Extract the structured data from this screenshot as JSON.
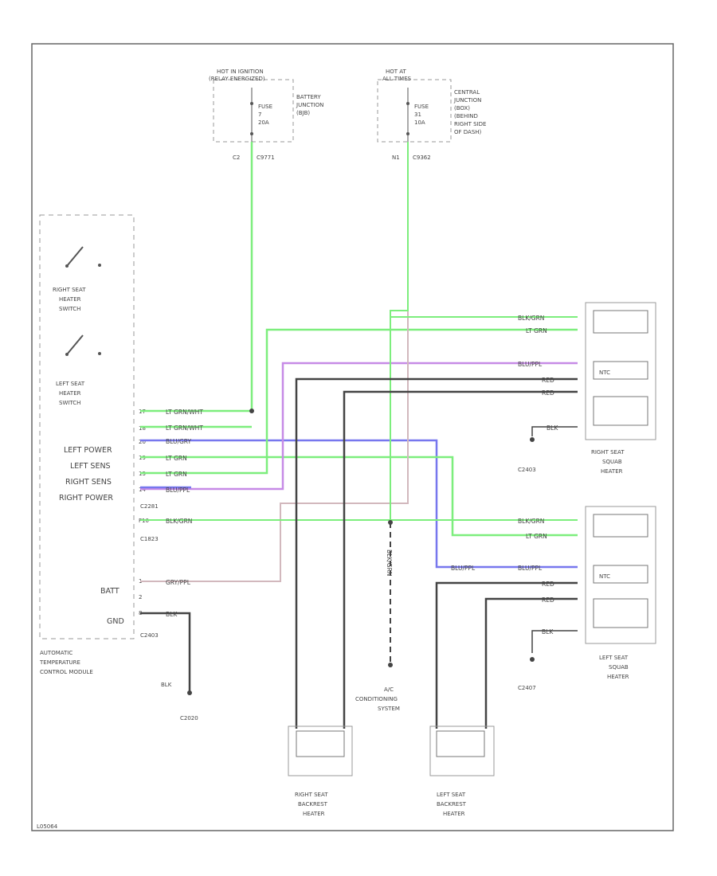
{
  "colors": {
    "green": "#7dee7d",
    "violet": "#c68ae6",
    "blue": "#7777ee",
    "tan": "#d2b8bd",
    "black": "#444444",
    "dashed": "#999999"
  },
  "fuse_left": {
    "title1": "HOT IN IGNITION",
    "title2": "(RELAY ENERGIZED)",
    "fuse_l1": "FUSE",
    "fuse_l2": "7",
    "fuse_l3": "20A",
    "box1": "BATTERY",
    "box2": "JUNCTION",
    "box3": "(BJB)",
    "pin": "C2",
    "conn": "C9771"
  },
  "fuse_right": {
    "title1": "HOT AT",
    "title2": "ALL TIMES",
    "fuse_l1": "FUSE",
    "fuse_l2": "31",
    "fuse_l3": "10A",
    "box1": "CENTRAL",
    "box2": "JUNCTION",
    "box3": "(BOX)",
    "box4": "(BEHIND",
    "box5": "RIGHT SIDE",
    "box6": "OF DASH)",
    "pin": "N1",
    "conn": "C9362"
  },
  "module": {
    "sw1_l1": "RIGHT SEAT",
    "sw1_l2": "HEATER",
    "sw1_l3": "SWITCH",
    "sw2_l1": "LEFT SEAT",
    "sw2_l2": "HEATER",
    "sw2_l3": "SWITCH",
    "left_power": "LEFT POWER",
    "left_sens": "LEFT SENS",
    "right_sens": "RIGHT SENS",
    "right_power": "RIGHT POWER",
    "batt": "BATT",
    "gnd": "GND",
    "conn1": "C2281",
    "conn2": "C1823",
    "conn3": "C2403",
    "name1": "AUTOMATIC",
    "name2": "TEMPERATURE",
    "name3": "CONTROL MODULE"
  },
  "wires": {
    "lg_orange": "LT GRN/WHT",
    "lg_orange2": "LT GRN/WHT",
    "blu_ppl": "BLU/GRY",
    "lg_grn": "LT GRN",
    "lg_grn2": "LT GRN",
    "blu_ppl2": "BLU/PPL",
    "blk_grn": "BLK/GRN",
    "gry_ppl": "GRY/PPL",
    "blk": "BLK",
    "r_blkgrn": "BLK/GRN",
    "r_ltgrn": "LT GRN",
    "r_blu": "BLU/PPL",
    "r_red": "RED",
    "r_red2": "RED",
    "r_blk": "BLK",
    "l_blkgrn": "BLK/GRN",
    "l_ltgrn": "LT GRN",
    "l_bluppl": "BLU/PPL",
    "l_bluppl2": "BLU/PPL",
    "l_red": "RED",
    "l_red2": "RED",
    "l_blk": "BLK",
    "ac_vert": "BLK/GRN"
  },
  "grounds": {
    "g1": "C2403",
    "g2": "C2407",
    "g3": "C2020"
  },
  "right_heater": {
    "l1": "RIGHT SEAT",
    "l2": "SQUAB",
    "l3": "HEATER",
    "ntc": "NTC"
  },
  "left_heater": {
    "l1": "LEFT SEAT",
    "l2": "SQUAB",
    "l3": "HEATER",
    "ntc": "NTC"
  },
  "ac": {
    "l1": "A/C",
    "l2": "CONDITIONING",
    "l3": "SYSTEM"
  },
  "right_back": {
    "l1": "RIGHT SEAT",
    "l2": "BACKREST",
    "l3": "HEATER"
  },
  "left_back": {
    "l1": "LEFT SEAT",
    "l2": "BACKREST",
    "l3": "HEATER"
  },
  "footer": "L05064"
}
